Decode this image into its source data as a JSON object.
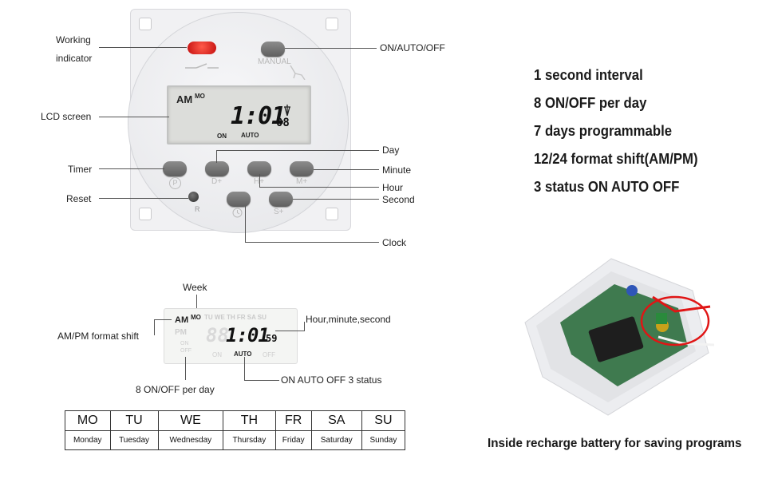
{
  "device": {
    "manual_label": "MANUAL",
    "lcd_ampm": "AM",
    "lcd_day": "MO",
    "lcd_time": "1:01",
    "lcd_seconds": "08",
    "lcd_on": "ON",
    "lcd_auto": "AUTO",
    "btn_p": "P",
    "btn_d": "D+",
    "btn_h": "H+",
    "btn_m": "M+",
    "btn_r": "R",
    "btn_s": "S+"
  },
  "callouts": {
    "working_1": "Working",
    "working_2": "indicator",
    "on_auto_off": "ON/AUTO/OFF",
    "lcd_screen": "LCD screen",
    "day": "Day",
    "timer": "Timer",
    "minute": "Minute",
    "hour": "Hour",
    "reset": "Reset",
    "second": "Second",
    "clock": "Clock"
  },
  "features": [
    "1 second interval",
    "8 ON/OFF per day",
    "7 days programmable",
    "12/24 format shift(AM/PM)",
    "3 status ON AUTO OFF"
  ],
  "lcd_detail": {
    "week_label": "Week",
    "ampm_label": "AM/PM format shift",
    "hms_label": "Hour,minute,second",
    "onoff_label": "8 ON/OFF per day",
    "status_label": "ON AUTO OFF 3 status",
    "am": "AM",
    "mo": "MO",
    "days_row": "TU WE TH FR SA SU",
    "pm": "PM",
    "time": "1:01",
    "seconds": "59",
    "on": "ON",
    "auto": "AUTO",
    "off": "OFF",
    "on_small": "ON",
    "off_small": "OFF"
  },
  "days_table": {
    "abbr": [
      "MO",
      "TU",
      "WE",
      "TH",
      "FR",
      "SA",
      "SU"
    ],
    "full": [
      "Monday",
      "Tuesday",
      "Wednesday",
      "Thursday",
      "Friday",
      "Saturday",
      "Sunday"
    ]
  },
  "battery_caption": "Inside recharge battery for saving programs",
  "colors": {
    "indicator_red": "#e21b1b",
    "device_body": "#ecedef",
    "lcd_bg": "#d9dad7",
    "pcb_green": "#3f7a4f",
    "wire_red": "#e01515"
  }
}
